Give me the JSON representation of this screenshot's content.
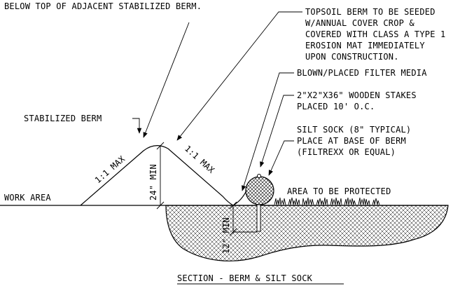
{
  "notes": {
    "top_note": "BELOW TOP OF ADJACENT STABILIZED BERM.",
    "topsoil_berm": [
      "TOPSOIL BERM TO BE SEEDED",
      "W/ANNUAL COVER CROP &",
      "COVERED WITH CLASS A TYPE 1",
      "EROSION MAT IMMEDIATELY",
      "UPON CONSTRUCTION."
    ],
    "filter_media": "BLOWN/PLACED FILTER MEDIA",
    "stakes": [
      "2\"X2\"X36\" WOODEN STAKES",
      "PLACED 10' O.C."
    ],
    "silt_sock": [
      "SILT SOCK (8\" TYPICAL)",
      "PLACE AT BASE OF BERM",
      "(FILTREXX OR EQUAL)"
    ],
    "stabilized_berm": "STABILIZED BERM",
    "work_area": "WORK AREA",
    "area_protected": "AREA TO BE PROTECTED",
    "slope_left": "1:1 MAX",
    "slope_right": "1:1 MAX",
    "berm_height": "24\" MIN",
    "stake_depth": "12\" MIN",
    "section_title": "SECTION - BERM & SILT SOCK"
  }
}
